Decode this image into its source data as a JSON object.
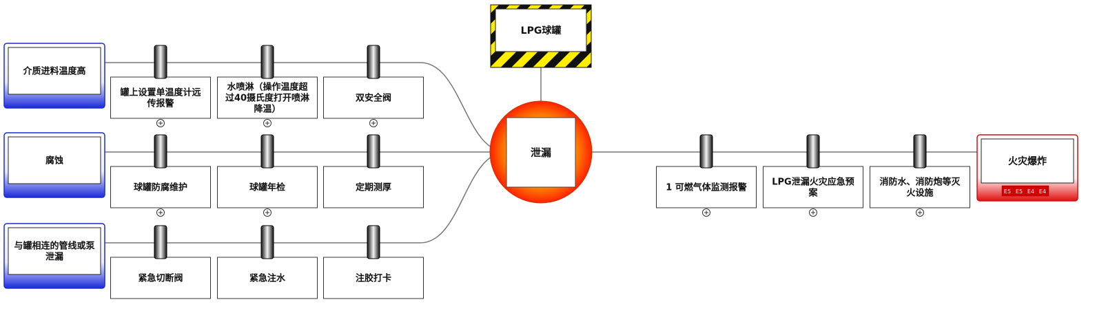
{
  "hazard": {
    "label": "LPG球罐"
  },
  "top_event": {
    "label": "泄漏"
  },
  "threats": [
    {
      "label_lines": [
        "介质进料温度高"
      ],
      "barriers": [
        {
          "lines": [
            "罐上设置单温度计远",
            "传报警"
          ],
          "expandable": true
        },
        {
          "lines": [
            "水喷淋（操作温度超",
            "过40摄氏度打开喷淋",
            "降温）"
          ],
          "expandable": true
        },
        {
          "lines": [
            "双安全阀"
          ],
          "expandable": true
        }
      ]
    },
    {
      "label_lines": [
        "腐蚀"
      ],
      "barriers": [
        {
          "lines": [
            "球罐防腐维护"
          ],
          "expandable": true
        },
        {
          "lines": [
            "球罐年检"
          ],
          "expandable": true
        },
        {
          "lines": [
            "定期测厚"
          ],
          "expandable": false
        }
      ]
    },
    {
      "label_lines": [
        "与罐相连的管线或泵",
        "泄漏"
      ],
      "barriers": [
        {
          "lines": [
            "紧急切断阀"
          ],
          "expandable": false
        },
        {
          "lines": [
            "紧急注水"
          ],
          "expandable": false
        },
        {
          "lines": [
            "注胶打卡"
          ],
          "expandable": false
        }
      ]
    }
  ],
  "consequence": {
    "label": "火灾爆炸",
    "ratings": [
      "E5",
      "E5",
      "E4",
      "E4"
    ],
    "barriers": [
      {
        "lines": [
          "1 可燃气体监测报警"
        ],
        "expandable": true
      },
      {
        "lines": [
          "LPG泄漏火灾应急预",
          "案"
        ],
        "expandable": true
      },
      {
        "lines": [
          "消防水、消防炮等灭",
          "火设施"
        ],
        "expandable": true
      }
    ]
  },
  "colors": {
    "threat_fill": "#2233dd",
    "consequence_fill": "#e01010",
    "top_event_outer": "#ff2a00",
    "top_event_inner": "#ffa200",
    "hazard_stripe": "#ffee00",
    "line": "#777777"
  }
}
